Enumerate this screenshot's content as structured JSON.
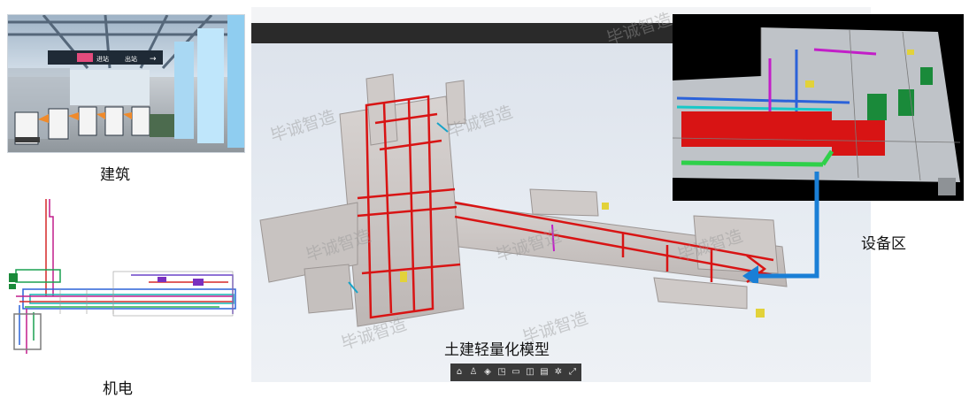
{
  "labels": {
    "building": "建筑",
    "mep": "机电",
    "lightweight_model": "土建轻量化模型",
    "equipment_area": "设备区"
  },
  "watermark": "毕诚智造",
  "signage": {
    "gate_sign_left": "进站",
    "gate_sign_right": "出站"
  },
  "toolbar": {
    "icons": [
      "home-icon",
      "person-icon",
      "measure-icon",
      "section-icon",
      "ruler-icon",
      "explode-icon",
      "layers-icon",
      "settings-icon",
      "fullscreen-icon"
    ]
  },
  "colors": {
    "accent_arrow": "#1a7fd6",
    "pipe_red": "#e01818",
    "model_grey": "#c9c4c2"
  }
}
